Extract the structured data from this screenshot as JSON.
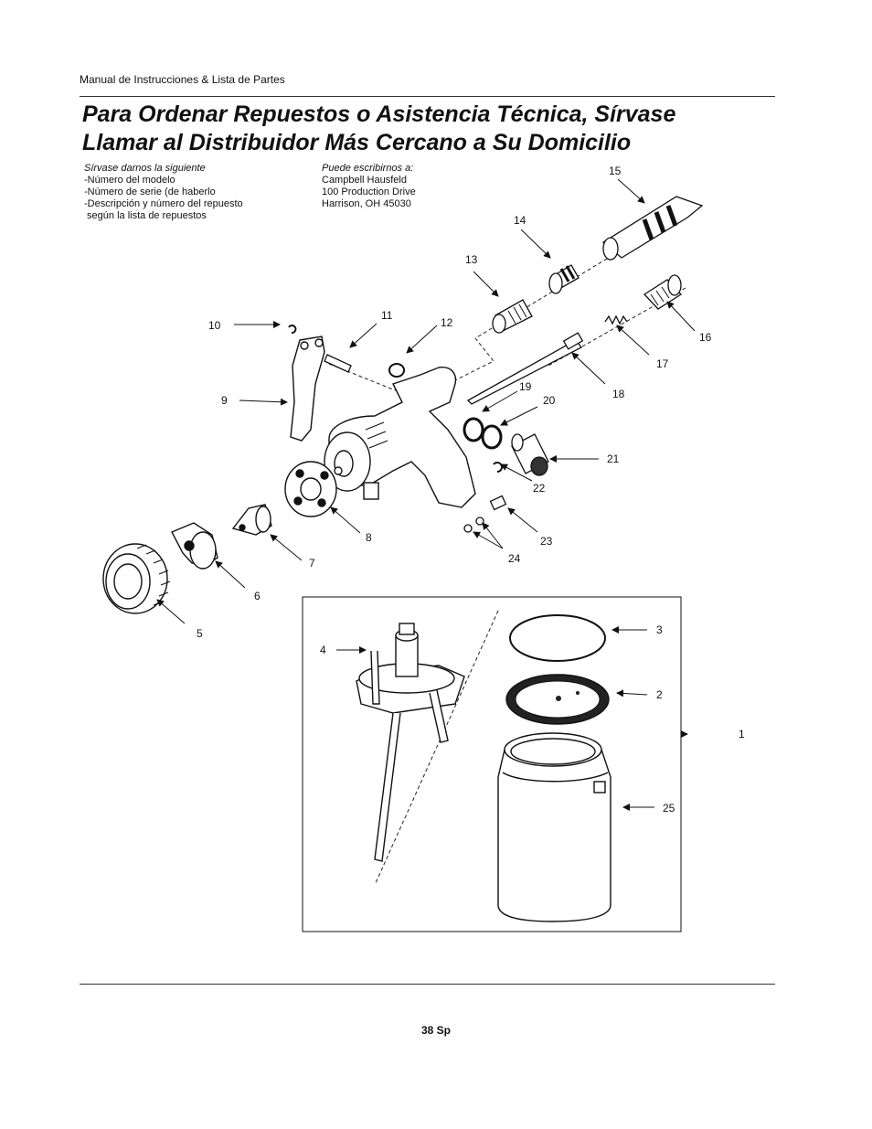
{
  "header": {
    "manual_title": "Manual de Instrucciones & Lista de Partes"
  },
  "title": {
    "line1": "Para Ordenar Repuestos o Asistencia Técnica, Sírvase",
    "line2": "Llamar al Distribuidor Más Cercano a Su Domicilio"
  },
  "order_info": {
    "lead": "Sírvase darnos la siguiente",
    "items": [
      "-Número del modelo",
      "-Número de serie (de haberlo",
      "-Descripción y número del repuesto",
      " según la lista de repuestos"
    ]
  },
  "address": {
    "lead": "Puede escribirnos a:",
    "lines": [
      "Campbell Hausfeld",
      "100 Production Drive",
      "Harrison, OH 45030"
    ]
  },
  "callouts": [
    "1",
    "2",
    "3",
    "4",
    "5",
    "6",
    "7",
    "8",
    "9",
    "10",
    "11",
    "12",
    "13",
    "14",
    "15",
    "16",
    "17",
    "18",
    "19",
    "20",
    "21",
    "22",
    "23",
    "24",
    "25"
  ],
  "footer": {
    "page_number": "38 Sp"
  }
}
